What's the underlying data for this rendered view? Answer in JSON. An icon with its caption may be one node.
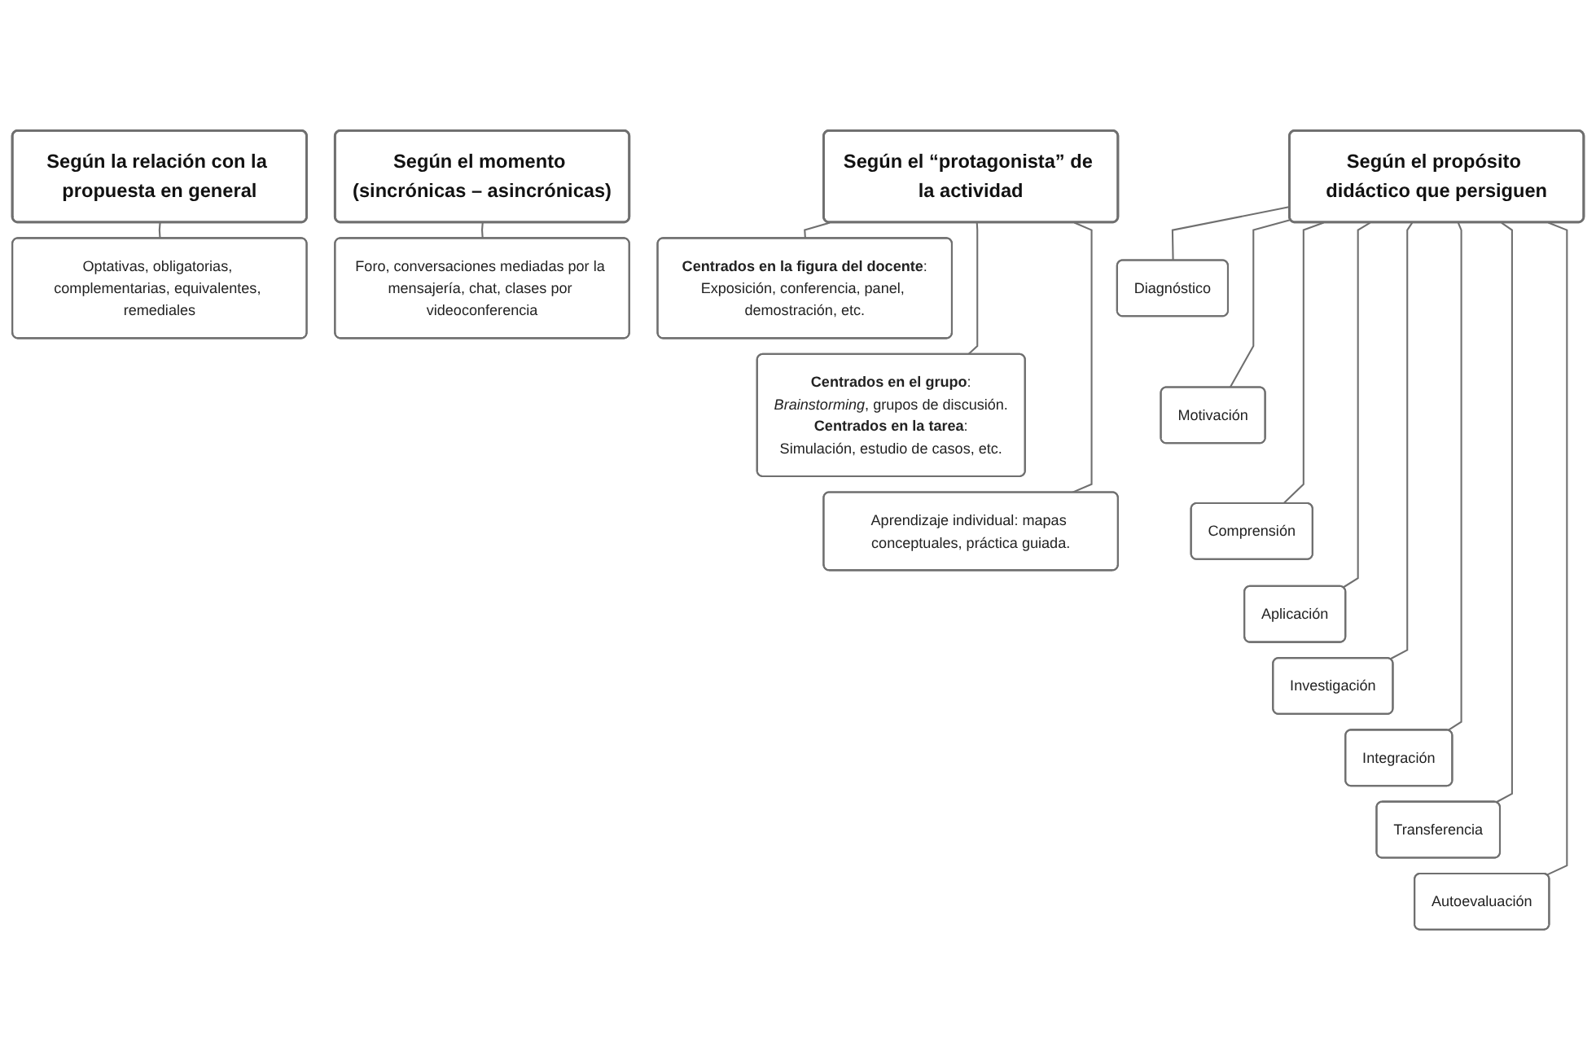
{
  "diagram": {
    "nodes": [
      {
        "text": [
          "Según el propósito didáctico que persiguen"
        ]
      },
      {
        "text": [
          "Diagnóstico"
        ]
      },
      {
        "text": [
          "Motivación"
        ]
      },
      {
        "text": [
          "Comprensión"
        ]
      },
      {
        "text": [
          "Aplicación"
        ]
      },
      {
        "text": [
          "Investigación"
        ]
      },
      {
        "text": [
          "Integración"
        ]
      },
      {
        "text": [
          "Transferencia"
        ]
      },
      {
        "text": [
          "Autoevaluación"
        ]
      },
      {
        "text": [
          "Según el “protagonista” de la actividad"
        ]
      },
      {
        "text": [
          "**Centrados en la figura del docente**:",
          "Exposición, conferencia, panel, demostración, etc."
        ]
      },
      {
        "text": [
          "**Centrados en el grupo**:",
          "*Brainstorming*, grupos de discusión.",
          "**Centrados en la tarea**:",
          "Simulación, estudio de casos, etc."
        ]
      },
      {
        "text": [
          "Aprendizaje individual: mapas conceptuales, práctica guiada."
        ]
      },
      {
        "text": [
          "Según la relación con la propuesta en general"
        ]
      },
      {
        "text": [
          "Optativas, obligatorias, complementarias, equivalentes, remediales"
        ]
      },
      {
        "text": [
          "Según el momento (sincrónicas – asincrónicas)"
        ]
      },
      {
        "text": [
          "Foro, conversaciones mediadas por la mensajería, chat, clases por videoconferencia"
        ]
      }
    ],
    "edges": [
      {
        "from": 0,
        "to": 1,
        "arrow": "none"
      },
      {
        "from": 0,
        "to": 2,
        "arrow": "none"
      },
      {
        "from": 0,
        "to": 3,
        "arrow": "none"
      },
      {
        "from": 0,
        "to": 4,
        "arrow": "none"
      },
      {
        "from": 0,
        "to": 5,
        "arrow": "none"
      },
      {
        "from": 0,
        "to": 6,
        "arrow": "none"
      },
      {
        "from": 0,
        "to": 7,
        "arrow": "none"
      },
      {
        "from": 0,
        "to": 8,
        "arrow": "none"
      },
      {
        "from": 9,
        "to": 10,
        "arrow": "none"
      },
      {
        "from": 9,
        "to": 11,
        "arrow": "none"
      },
      {
        "from": 9,
        "to": 12,
        "arrow": "none"
      },
      {
        "from": 13,
        "to": 14,
        "arrow": "none"
      },
      {
        "from": 15,
        "to": 16,
        "arrow": "none"
      }
    ]
  }
}
